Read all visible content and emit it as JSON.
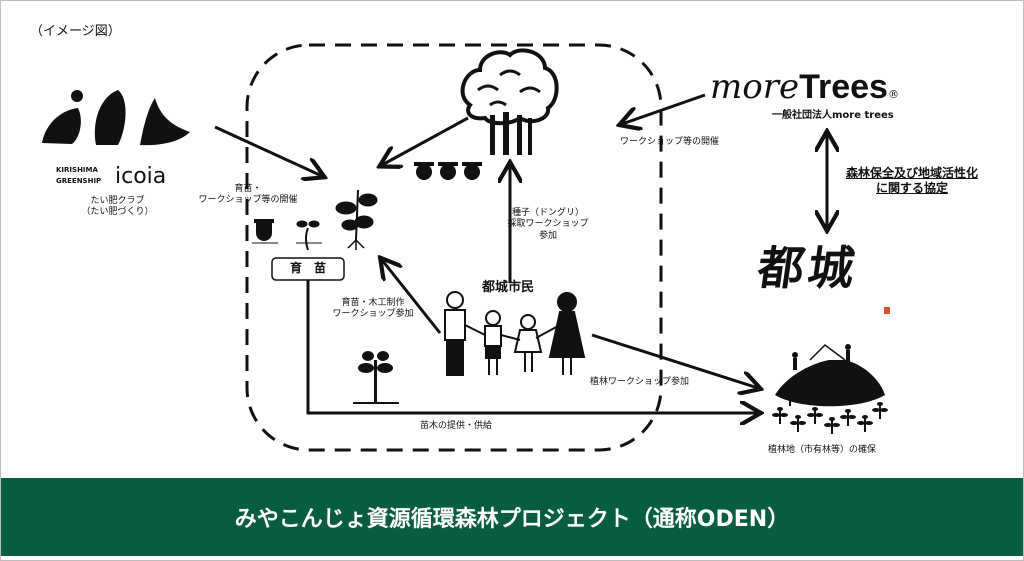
{
  "image_label": "（イメージ図）",
  "icoia": {
    "brand_line1": "KIRISHIMA",
    "brand_line2": "GREENSHIP",
    "brand_name": "icoia",
    "caption_line1": "たい肥クラブ",
    "caption_line2": "（たい肥づくり）"
  },
  "labels": {
    "nursery_workshop_line1": "育苗・",
    "nursery_workshop_line2": "ワークショップ等の開催",
    "nursery_box": "育　苗",
    "acorn_workshop_line1": "種子（ドングリ）",
    "acorn_workshop_line2": "採取ワークショップ",
    "acorn_workshop_line3": "参加",
    "citizens": "都城市民",
    "woodwork_line1": "育苗・木工制作",
    "woodwork_line2": "ワークショップ参加",
    "planting_workshop": "植林ワークショップ参加",
    "seedling_supply": "苗木の提供・供給",
    "moretrees_workshop": "ワークショップ等の開催",
    "agreement_line1": "森林保全及び地域活性化",
    "agreement_line2": "に関する協定",
    "planting_site": "植林地（市有林等）の確保"
  },
  "moretrees": {
    "logo_script": "more",
    "logo_bold": "Trees",
    "logo_mark": "®",
    "org_name": "一般社団法人more trees"
  },
  "miyakonojo_calligraphy": "都城",
  "banner_title": "みやこんじょ資源循環森林プロジェクト（通称ODEN）",
  "colors": {
    "banner": "#075e3f",
    "ink": "#111111",
    "seal": "#d9542b"
  }
}
